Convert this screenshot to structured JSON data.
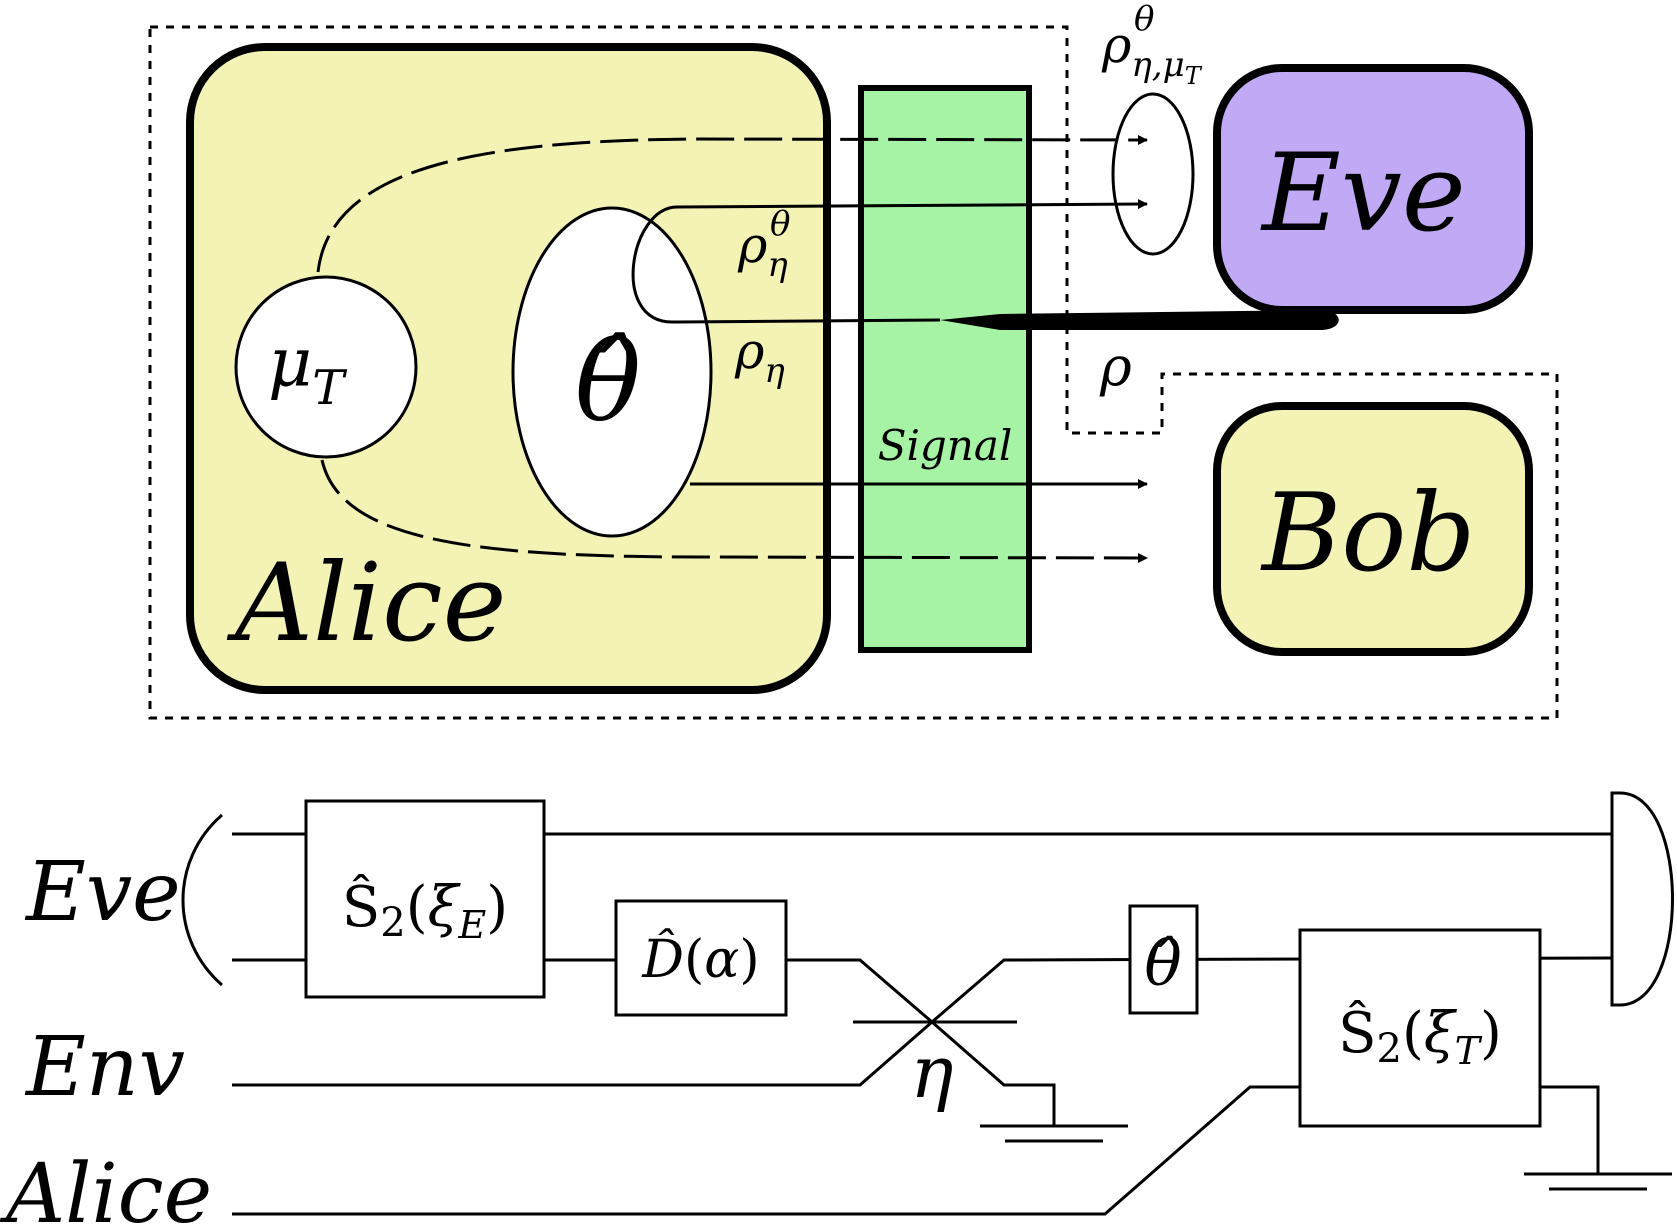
{
  "colors": {
    "alice_fill": "#f2f3b5",
    "bob_fill": "#f2f3b5",
    "eve_fill": "#c0aaf6",
    "signal_fill": "#a6f3a6",
    "stroke": "#000000"
  },
  "top": {
    "alice_label": "Alice",
    "eve_label": "Eve",
    "bob_label": "Bob",
    "signal_label": "Signal",
    "mu_T": {
      "base": "μ",
      "sub": "T"
    },
    "theta_hat": "θ̂",
    "rho": "ρ",
    "rho_eta": {
      "base": "ρ",
      "sub": "η"
    },
    "rho_eta_theta": {
      "base": "ρ",
      "sub": "η",
      "sup": "θ"
    },
    "rho_eta_muT_theta": {
      "base": "ρ",
      "sub": "η,",
      "sub2": "μ",
      "sub3": "T",
      "sup": "θ"
    }
  },
  "circuit": {
    "line_labels": [
      "Eve",
      "Env",
      "Alice"
    ],
    "squeeze_E": {
      "op": "Ŝ",
      "idx": "2",
      "open": "(",
      "arg": "ξ",
      "argsub": "E",
      "close": ")"
    },
    "displace": {
      "op": "D̂",
      "open": "(",
      "arg": "α",
      "close": ")"
    },
    "phase": "θ̂",
    "beamsplitter": "η",
    "squeeze_T": {
      "op": "Ŝ",
      "idx": "2",
      "open": "(",
      "arg": "ξ",
      "argsub": "T",
      "close": ")"
    }
  }
}
